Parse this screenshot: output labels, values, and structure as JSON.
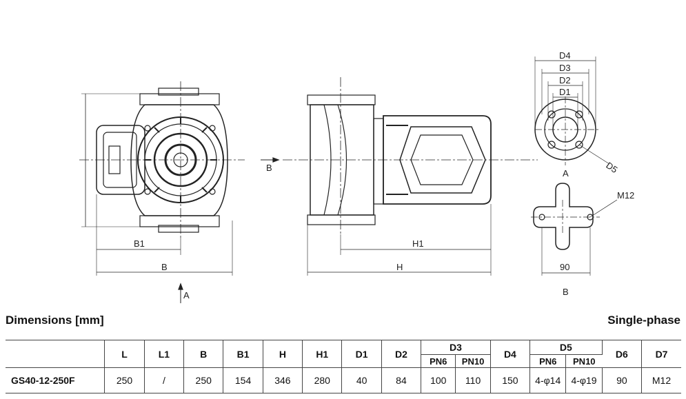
{
  "drawing_labels": {
    "left_view": {
      "b1": "B1",
      "b": "B",
      "arrow_a": "A"
    },
    "side_view": {
      "arrow_b": "B",
      "h1": "H1",
      "h": "H"
    },
    "flange_view": {
      "d4": "D4",
      "d3": "D3",
      "d2": "D2",
      "d1": "D1",
      "d5": "D5",
      "view_a": "A"
    },
    "foot_view": {
      "m12": "M12",
      "dim_90": "90",
      "view_b": "B"
    }
  },
  "header": {
    "title": "Dimensions [mm]",
    "phase": "Single-phase"
  },
  "table": {
    "columns": [
      "L",
      "L1",
      "B",
      "B1",
      "H",
      "H1",
      "D1",
      "D2",
      "D3",
      "D4",
      "D5",
      "D6",
      "D7"
    ],
    "d3_sub": [
      "PN6",
      "PN10"
    ],
    "d5_sub": [
      "PN6",
      "PN10"
    ],
    "rows": [
      {
        "model": "GS40-12-250F",
        "values": [
          "250",
          "/",
          "250",
          "154",
          "346",
          "280",
          "40",
          "84",
          "100",
          "110",
          "150",
          "4-φ14",
          "4-φ19",
          "90",
          "M12"
        ]
      }
    ]
  }
}
